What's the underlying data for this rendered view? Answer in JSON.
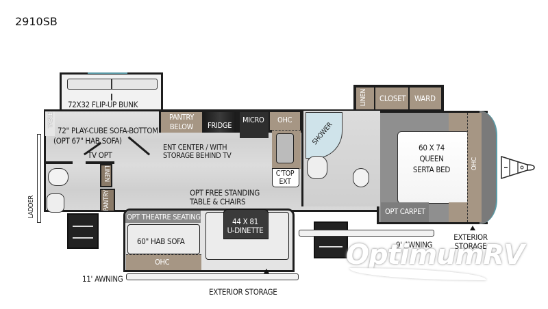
{
  "model": "2910SB",
  "labels": {
    "flip_up_bunk": "72X32 FLIP-UP BUNK",
    "table": "TABLE",
    "play_cube_sofa_1": "72\" PLAY-CUBE SOFA-BOTTOM",
    "play_cube_sofa_2": "(OPT 67\" HAB SOFA)",
    "tv_opt": "TV OPT",
    "linen_rear": "LINEN",
    "pantry_rear": "PANTRY",
    "ladder": "LADDER",
    "pantry_below_1": "PANTRY",
    "pantry_below_2": "BELOW",
    "fridge": "FRIDGE",
    "micro": "MICRO",
    "ohc_kitchen": "OHC",
    "ent_center_1": "ENT CENTER / WITH",
    "ent_center_2": "STORAGE BEHIND TV",
    "ctop_ext_1": "C'TOP",
    "ctop_ext_2": "EXT",
    "shower": "SHOWER",
    "linen_front": "LINEN",
    "closet": "CLOSET",
    "ward": "WARD",
    "bed_1": "60 X 74",
    "bed_2": "QUEEN",
    "bed_3": "SERTA BED",
    "ohc_bedroom": "OHC",
    "opt_carpet": "OPT CARPET",
    "free_standing_1": "OPT FREE STANDING",
    "free_standing_2": "TABLE & CHAIRS",
    "theatre_seating": "OPT THEATRE SEATING",
    "hab_sofa": "60\" HAB SOFA",
    "ohc_slide": "OHC",
    "dinette_1": "44 X 81",
    "dinette_2": "U-DINETTE",
    "awning_rear": "11' AWNING",
    "exterior_storage_bottom": "EXTERIOR STORAGE",
    "awning_front": "9' AWNING",
    "exterior_storage_front_1": "EXTERIOR",
    "exterior_storage_front_2": "STORAGE"
  },
  "watermark": "OptimumRV",
  "colors": {
    "wall": "#1d1d1d",
    "cabinet_brown": "#8a7a68",
    "floor_gray": "#d6d6d6",
    "bedroom_gray": "#8f8f8f",
    "accent_teal": "#5a9aa6"
  }
}
